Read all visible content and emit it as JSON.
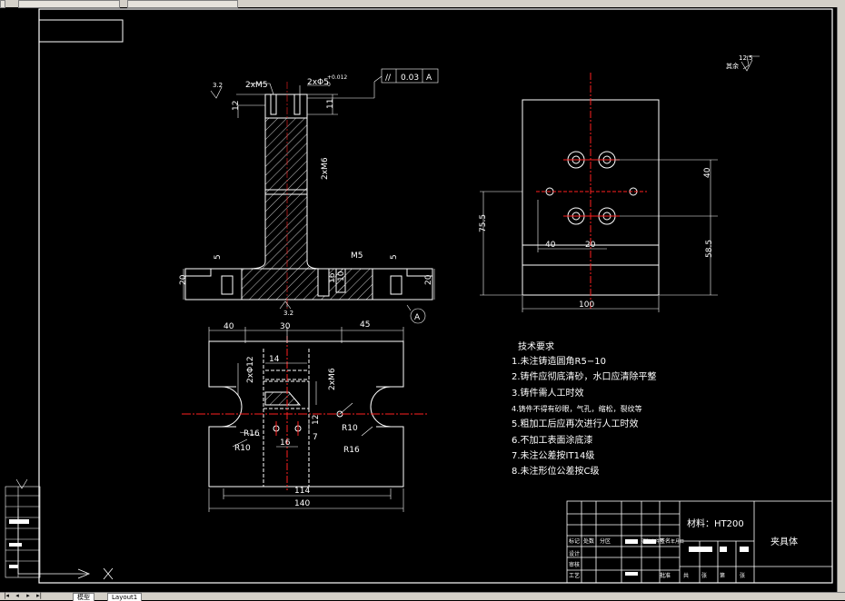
{
  "drawing": {
    "section_view": {
      "dim_2xm5_top": "2xM5",
      "dim_2xphi5": "2xΦ5",
      "tol_upper": "+0.012",
      "tol_lower": "0",
      "parallel_value": "0.03",
      "parallel_datum": "A",
      "dim_12": "12",
      "dim_11": "11",
      "dim_2xm6": "2xM6",
      "dim_5_left": "5",
      "dim_5_right": "5",
      "dim_m5": "M5",
      "dim_20_left": "20",
      "dim_20_right": "20",
      "dim_10": "10",
      "dim_16": "16",
      "rough_top": "3.2",
      "rough_bottom": "3.2",
      "datum_label": "A"
    },
    "plan_view": {
      "dim_40": "40",
      "dim_30": "30",
      "dim_45": "45",
      "dim_14": "14",
      "dim_2xphi12": "2xΦ12",
      "dim_2xm6": "2xM6",
      "dim_12": "12",
      "dim_16": "16",
      "dim_7": "7",
      "dim_r16_left": "R16",
      "dim_r10_left": "R10",
      "dim_r10_right": "R10",
      "dim_r16_right": "R16",
      "dim_114": "114",
      "dim_140": "140"
    },
    "side_view": {
      "dim_40_v": "40",
      "dim_75_5": "75.5",
      "dim_40_h": "40",
      "dim_20": "20",
      "dim_58_5": "58.5",
      "dim_100": "100"
    },
    "roughness_corner": {
      "value": "12.5",
      "label": "其余"
    },
    "tech_requirements": {
      "title": "技术要求",
      "items": [
        "1.未注铸造圆角R5−10",
        "2.铸件应彻底清砂，水口应清除平整",
        "3.铸件需人工时效",
        "4.铸件不得有砂眼，气孔，缩松，裂纹等",
        "5.粗加工后应再次进行人工时效",
        "6.不加工表面涂底漆",
        "7.未注公差按IT14级",
        "8.未注形位公差按C级"
      ]
    },
    "title_block": {
      "material": "材料：HT200",
      "part_name": "夹具体",
      "cells": [
        "审核",
        "工艺",
        "标记",
        "设计",
        "批准",
        "处数",
        "分区",
        "更改文件号",
        "签名",
        "年月日",
        "共",
        "张",
        "第",
        "张"
      ]
    }
  },
  "ui": {
    "tabs": [
      "模型",
      "Layout1"
    ],
    "nav": [
      "|◂",
      "◂",
      "▸",
      "▸|"
    ]
  },
  "colors": {
    "background": "#000000",
    "geometry": "#ffffff",
    "centerline": "#ff2020",
    "hatch": "#ffffff"
  }
}
